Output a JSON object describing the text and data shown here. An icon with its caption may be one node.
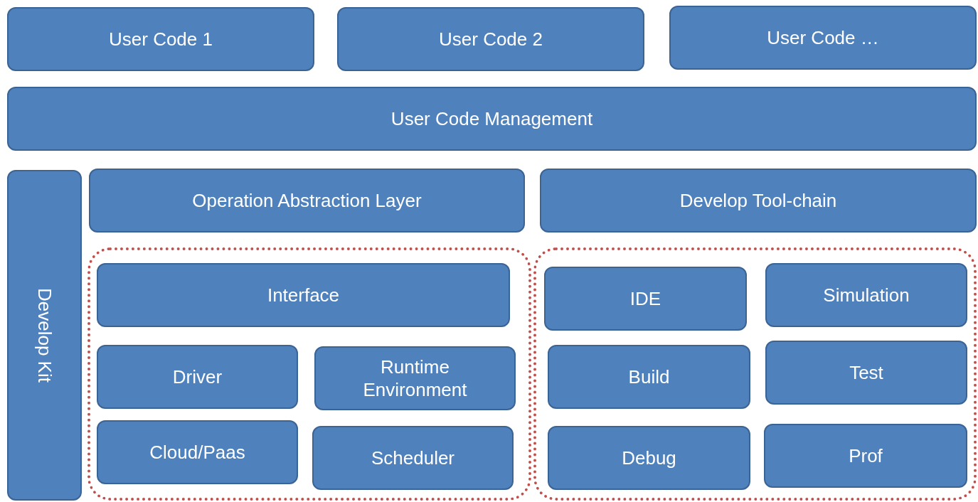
{
  "diagram": {
    "nodes": [
      {
        "text": [
          "User Code 1"
        ]
      },
      {
        "text": [
          "User Code 2"
        ]
      },
      {
        "text": [
          "User Code …"
        ]
      },
      {
        "text": [
          "User Code Management"
        ]
      },
      {
        "text": [
          "Develop Kit"
        ]
      },
      {
        "text": [
          "Operation Abstraction Layer"
        ]
      },
      {
        "text": [
          "Develop Tool-chain"
        ]
      },
      {
        "text": [],
        "shape": "box"
      },
      {
        "text": [
          "Interface"
        ],
        "in": 7
      },
      {
        "text": [
          "Driver"
        ],
        "in": 7
      },
      {
        "text": [
          "Runtime Environment"
        ],
        "in": 7
      },
      {
        "text": [
          "Cloud/Paas"
        ],
        "in": 7
      },
      {
        "text": [
          "Scheduler"
        ],
        "in": 7
      },
      {
        "text": [],
        "shape": "box"
      },
      {
        "text": [
          "IDE"
        ],
        "in": 13
      },
      {
        "text": [
          "Simulation"
        ],
        "in": 13
      },
      {
        "text": [
          "Build"
        ],
        "in": 13
      },
      {
        "text": [
          "Test"
        ],
        "in": 13
      },
      {
        "text": [
          "Debug"
        ],
        "in": 13
      },
      {
        "text": [
          "Prof"
        ],
        "in": 13
      }
    ],
    "edges": []
  }
}
